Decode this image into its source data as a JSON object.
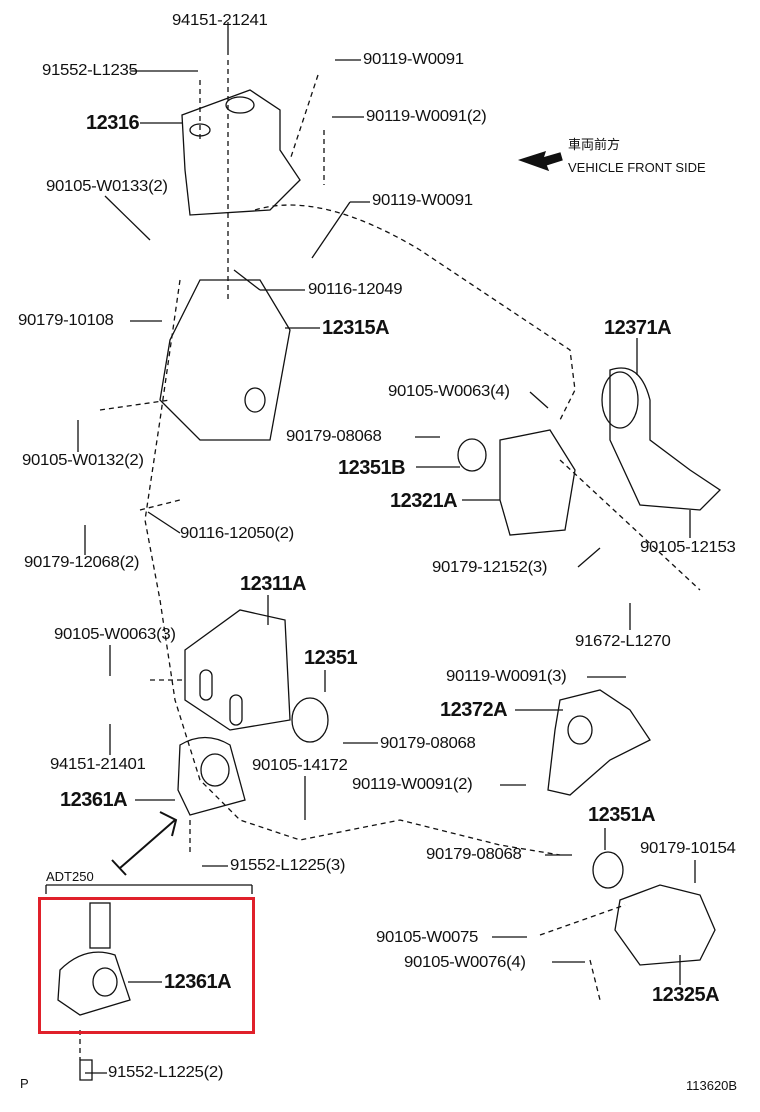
{
  "diagram": {
    "direction_label_jp": "車両前方",
    "direction_label_en": "VEHICLE FRONT SIDE",
    "variant_label": "ADT250",
    "corner_label": "P",
    "diagram_id": "113620B",
    "highlight_color": "#e0202a",
    "labels": [
      "94151-21241",
      "91552-L1235",
      "90119-W0091",
      "12316",
      "90119-W0091(2)",
      "90105-W0133(2)",
      "90119-W0091",
      "90116-12049",
      "90179-10108",
      "12315A",
      "12371A",
      "90105-W0063(4)",
      "90179-08068",
      "90105-W0132(2)",
      "12351B",
      "12321A",
      "90105-12153",
      "90116-12050(2)",
      "90179-12068(2)",
      "90179-12152(3)",
      "12311A",
      "90105-W0063(3)",
      "91672-L1270",
      "12351",
      "90119-W0091(3)",
      "12372A",
      "90179-08068",
      "94151-21401",
      "90105-14172",
      "90119-W0091(2)",
      "12361A",
      "12351A",
      "90179-08068",
      "90179-10154",
      "91552-L1225(3)",
      "90105-W0075",
      "90105-W0076(4)",
      "12361A",
      "12325A",
      "91552-L1225(2)"
    ]
  }
}
